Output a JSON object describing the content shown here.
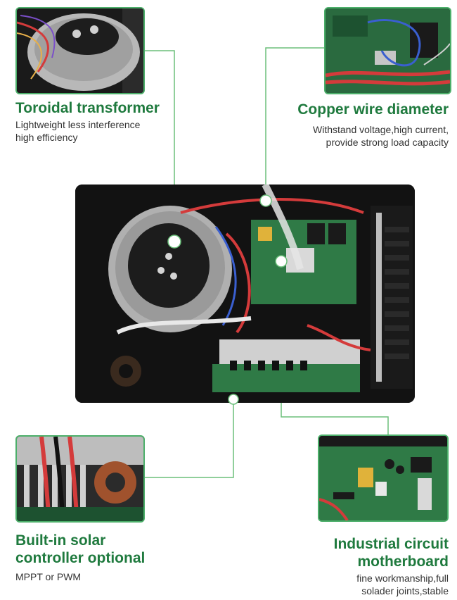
{
  "features": {
    "transformer": {
      "title": "Toroidal transformer",
      "desc_line1": "Lightweight less interference",
      "desc_line2": "high efficiency"
    },
    "copper": {
      "title": "Copper wire diameter",
      "desc_line1": "Withstand voltage,high current,",
      "desc_line2": "provide strong load capacity"
    },
    "solar": {
      "title_line1": "Built-in solar",
      "title_line2": "controller optional",
      "desc_line1": "MPPT or PWM"
    },
    "motherboard": {
      "title_line1": "Industrial circuit",
      "title_line2": "motherboard",
      "desc_line1": "fine workmanship,full",
      "desc_line2": "solader joints,stable"
    }
  },
  "colors": {
    "accent": "#1f7a3e",
    "connector": "#6bbf7a",
    "frame": "#4caf6a"
  }
}
